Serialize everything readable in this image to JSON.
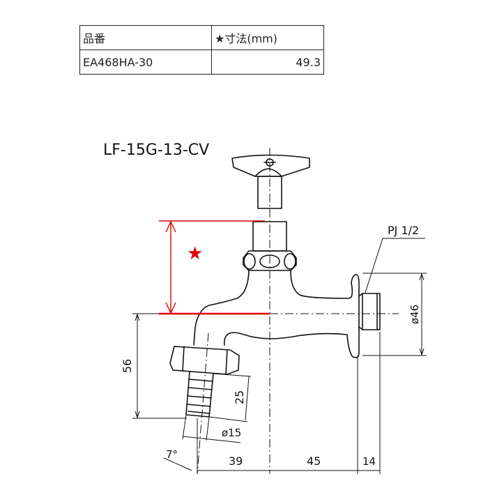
{
  "spec_table": {
    "headers": [
      "品番",
      "★寸法(mm)"
    ],
    "rows": [
      {
        "part_number": "EA468HA-30",
        "dimension": "49.3"
      }
    ]
  },
  "drawing": {
    "model_label": "LF-15G-13-CV",
    "thread_label": "PJ 1/2",
    "star_marker": "★",
    "dimensions": {
      "flange_diameter": "ø46",
      "height_56": "56",
      "hose_length": "25",
      "hose_diameter": "ø15",
      "angle": "7°",
      "horizontal_39": "39",
      "horizontal_45": "45",
      "horizontal_14": "14"
    },
    "colors": {
      "line": "#111111",
      "highlight": "#e00000"
    }
  }
}
